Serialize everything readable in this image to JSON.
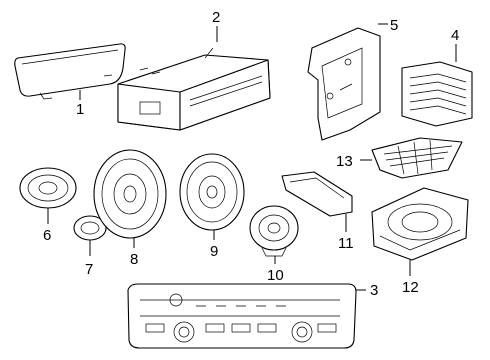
{
  "callouts": [
    {
      "id": "1",
      "label": "1"
    },
    {
      "id": "2",
      "label": "2"
    },
    {
      "id": "3",
      "label": "3"
    },
    {
      "id": "4",
      "label": "4"
    },
    {
      "id": "5",
      "label": "5"
    },
    {
      "id": "6",
      "label": "6"
    },
    {
      "id": "7",
      "label": "7"
    },
    {
      "id": "8",
      "label": "8"
    },
    {
      "id": "9",
      "label": "9"
    },
    {
      "id": "10",
      "label": "10"
    },
    {
      "id": "11",
      "label": "11"
    },
    {
      "id": "12",
      "label": "12"
    },
    {
      "id": "13",
      "label": "13"
    }
  ],
  "line_color": "#000000",
  "background": "#ffffff"
}
